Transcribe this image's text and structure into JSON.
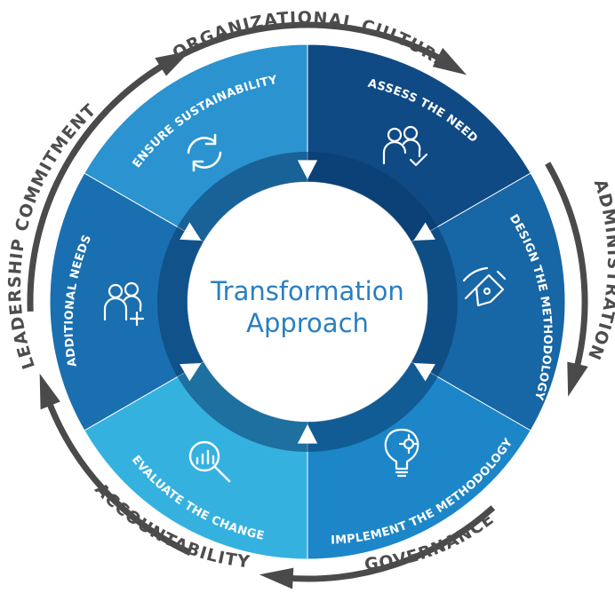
{
  "center": {
    "line1": "Transformation",
    "line2": "Approach"
  },
  "segments": [
    {
      "label": "ASSESS THE NEED",
      "icon": "people-check-icon",
      "color": "#0f4a85"
    },
    {
      "label": "DESIGN THE METHODOLOGY",
      "icon": "pen-tool-icon",
      "color": "#1766a6"
    },
    {
      "label": "IMPLEMENT THE METHODOLOGY",
      "icon": "lightbulb-gear-icon",
      "color": "#1c86c8"
    },
    {
      "label": "EVALUATE THE CHANGE",
      "icon": "magnifier-chart-icon",
      "color": "#35b1e0"
    },
    {
      "label": "ADDITIONAL NEEDS",
      "icon": "people-plus-icon",
      "color": "#1a6fb0"
    },
    {
      "label": "ENSURE SUSTAINABILITY",
      "icon": "refresh-icon",
      "color": "#2a93d0"
    }
  ],
  "outer_ring": [
    {
      "label": "ORGANIZATIONAL CULTURE"
    },
    {
      "label": "ADMINISTRATION"
    },
    {
      "label": "GOVERNANCE"
    },
    {
      "label": "ACCOUNTABILITY"
    },
    {
      "label": "LEADERSHIP COMMITMENT"
    }
  ],
  "colors": {
    "outer_arrow": "#4a4a4a",
    "inner_ring": "#0a3a6a",
    "center_text": "#2a7fc0"
  }
}
